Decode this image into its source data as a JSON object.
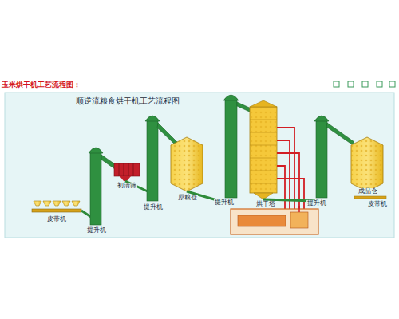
{
  "diagram": {
    "title": "玉米烘干机工艺流程图：",
    "labels": [
      "顺逆流粮食烘干机工艺流程图",
      "皮带机",
      "提升机",
      "初清筛",
      "提升机",
      "原粮仓",
      "提升机",
      "烘干塔",
      "提升机",
      "成品仓",
      "皮带机"
    ]
  }
}
